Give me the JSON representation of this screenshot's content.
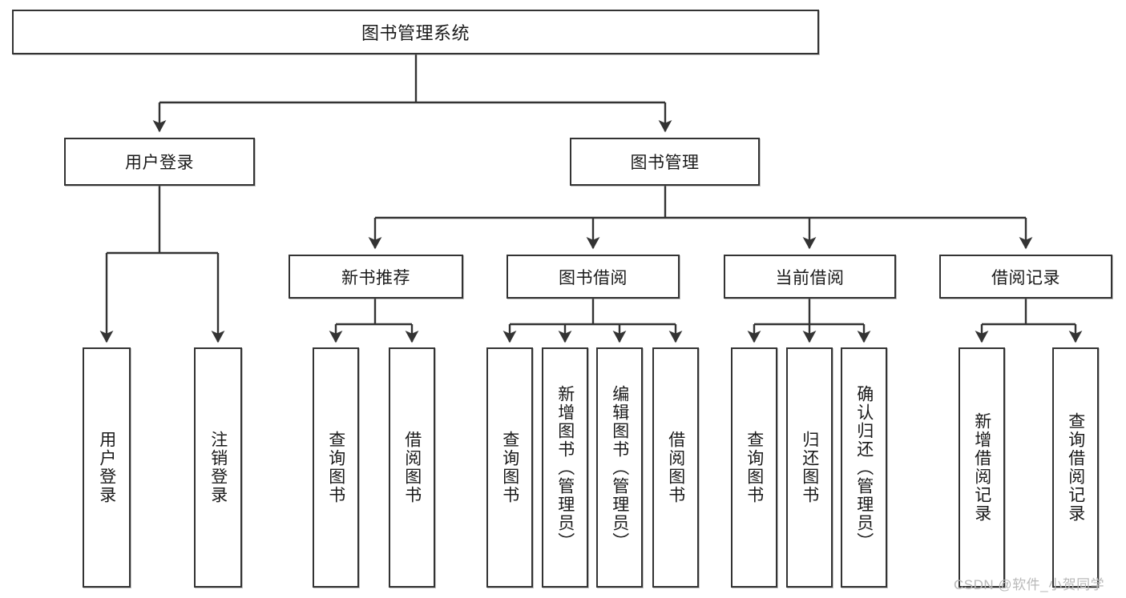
{
  "diagram": {
    "title": "图书管理系统",
    "type": "tree-hierarchy",
    "watermark": "CSDN @软件_小贺同学",
    "colors": {
      "border": "#333333",
      "background": "#ffffff",
      "text": "#1a1a1a",
      "watermark": "#b9b9b9"
    },
    "root": {
      "label": "图书管理系统"
    },
    "level1": [
      {
        "label": "用户登录"
      },
      {
        "label": "图书管理"
      }
    ],
    "level2": [
      {
        "label": "新书推荐"
      },
      {
        "label": "图书借阅"
      },
      {
        "label": "当前借阅"
      },
      {
        "label": "借阅记录"
      }
    ],
    "leaves": {
      "user_login": [
        {
          "label": "用户登录"
        },
        {
          "label": "注销登录"
        }
      ],
      "new_book_recommend": [
        {
          "label": "查询图书"
        },
        {
          "label": "借阅图书"
        }
      ],
      "book_borrow": [
        {
          "label": "查询图书"
        },
        {
          "label": "新增图书（管理员）"
        },
        {
          "label": "编辑图书（管理员）"
        },
        {
          "label": "借阅图书"
        }
      ],
      "current_borrow": [
        {
          "label": "查询图书"
        },
        {
          "label": "归还图书"
        },
        {
          "label": "确认归还（管理员）"
        }
      ],
      "borrow_record": [
        {
          "label": "新增借阅记录"
        },
        {
          "label": "查询借阅记录"
        }
      ]
    }
  }
}
